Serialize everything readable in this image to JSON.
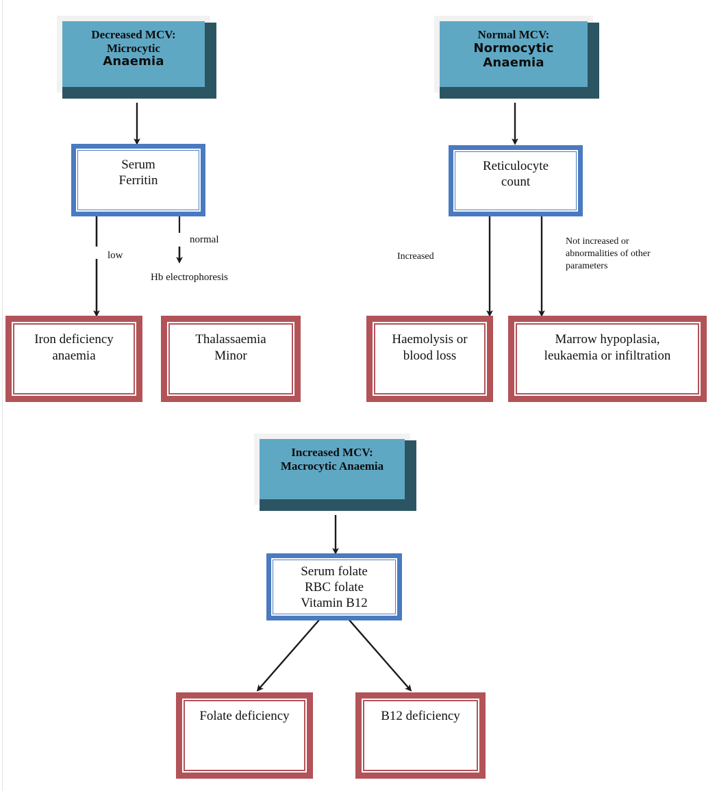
{
  "diagram": {
    "title": "Anaemia diagnostic flowchart by MCV",
    "colors": {
      "teal_fill": "#5fa8c4",
      "teal_shadow": "#2c5563",
      "teal_frame": "#f2f2f2",
      "blue_border": "#4a7ac0",
      "red_border": "#b25358",
      "text": "#111111",
      "connector": "#1a1a1a"
    }
  },
  "branches": {
    "microcytic": {
      "header": {
        "line1": "Decreased MCV:",
        "line2": "Microcytic",
        "line3": "Anaemia"
      },
      "test": {
        "line1": "Serum",
        "line2": "Ferritin"
      },
      "edge_labels": {
        "low": "low",
        "normal": "normal"
      },
      "intermediate": "Hb electrophoresis",
      "outcomes": [
        {
          "line1": "Iron deficiency",
          "line2": "anaemia"
        },
        {
          "line1": "Thalassaemia",
          "line2": "Minor"
        }
      ]
    },
    "normocytic": {
      "header": {
        "line1": "Normal MCV:",
        "line2": "Normocytic",
        "line3": "Anaemia"
      },
      "test": {
        "line1": "Reticulocyte",
        "line2": "count"
      },
      "edge_labels": {
        "increased": "Increased",
        "not_increased": "Not increased or\nabnormalities of other\nparameters"
      },
      "outcomes": [
        {
          "line1": "Haemolysis or",
          "line2": "blood loss"
        },
        {
          "line1": "Marrow hypoplasia,",
          "line2": "leukaemia or infiltration"
        }
      ]
    },
    "macrocytic": {
      "header": {
        "line1": "Increased MCV:",
        "line2": "Macrocytic Anaemia"
      },
      "test": {
        "line1": "Serum folate",
        "line2": "RBC folate",
        "line3": "Vitamin B12"
      },
      "outcomes": [
        {
          "line1": "Folate deficiency"
        },
        {
          "line1": "B12 deficiency"
        }
      ]
    }
  }
}
